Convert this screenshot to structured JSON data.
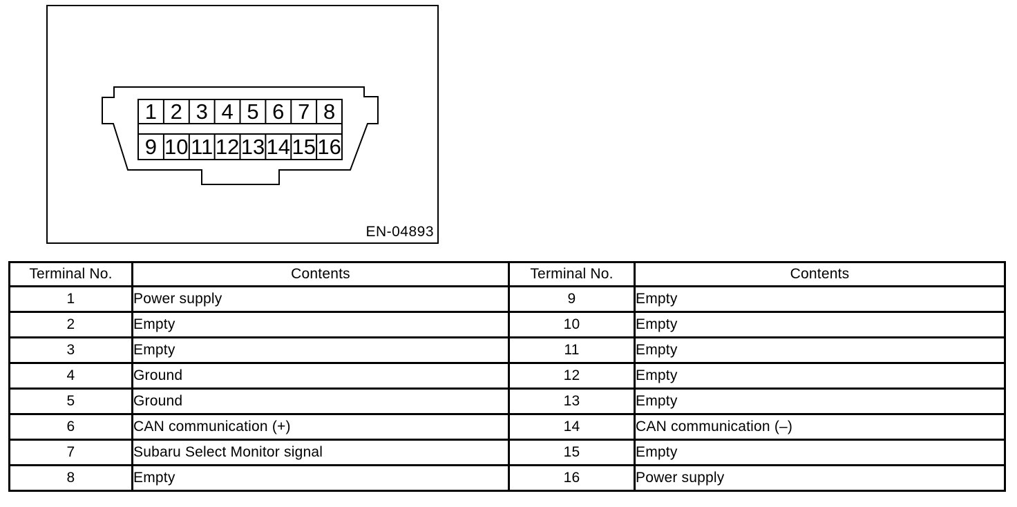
{
  "figure": {
    "code_label": "EN-04893",
    "connector": {
      "pins": [
        "1",
        "2",
        "3",
        "4",
        "5",
        "6",
        "7",
        "8",
        "9",
        "10",
        "11",
        "12",
        "13",
        "14",
        "15",
        "16"
      ]
    }
  },
  "table": {
    "headers": {
      "terminal_left": "Terminal No.",
      "contents_left": "Contents",
      "terminal_right": "Terminal No.",
      "contents_right": "Contents"
    },
    "rows": [
      {
        "no_l": "1",
        "contents_l": "Power supply",
        "no_r": "9",
        "contents_r": "Empty"
      },
      {
        "no_l": "2",
        "contents_l": "Empty",
        "no_r": "10",
        "contents_r": "Empty"
      },
      {
        "no_l": "3",
        "contents_l": "Empty",
        "no_r": "11",
        "contents_r": "Empty"
      },
      {
        "no_l": "4",
        "contents_l": "Ground",
        "no_r": "12",
        "contents_r": "Empty"
      },
      {
        "no_l": "5",
        "contents_l": "Ground",
        "no_r": "13",
        "contents_r": "Empty"
      },
      {
        "no_l": "6",
        "contents_l": "CAN communication (+)",
        "no_r": "14",
        "contents_r": "CAN communication (–)"
      },
      {
        "no_l": "7",
        "contents_l": "Subaru Select Monitor signal",
        "no_r": "15",
        "contents_r": "Empty"
      },
      {
        "no_l": "8",
        "contents_l": "Empty",
        "no_r": "16",
        "contents_r": "Power supply"
      }
    ]
  }
}
